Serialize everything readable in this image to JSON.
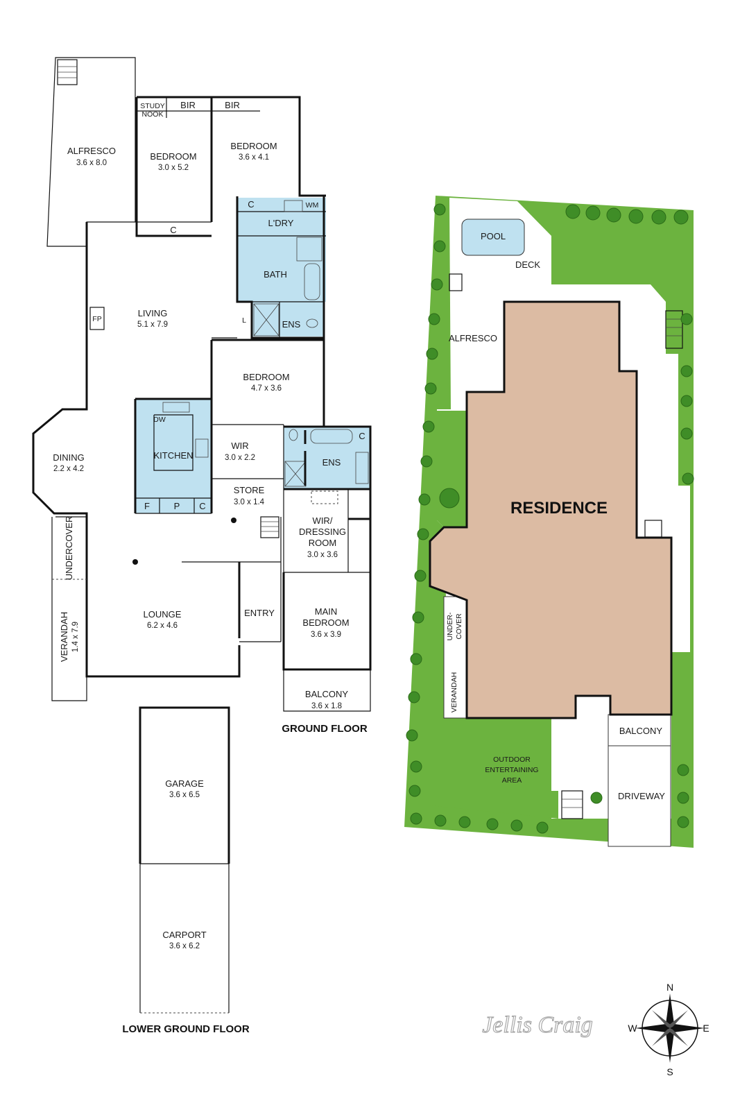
{
  "floors": {
    "ground_floor_title": "GROUND FLOOR",
    "lower_ground_floor_title": "LOWER GROUND FLOOR"
  },
  "rooms": {
    "alfresco": {
      "name": "ALFRESCO",
      "dims": "3.6 x 8.0"
    },
    "study_nook_1": "STUDY",
    "study_nook_2": "NOOK",
    "bir_1": "BIR",
    "bir_2": "BIR",
    "bedroom_1": {
      "name": "BEDROOM",
      "dims": "3.0 x 5.2"
    },
    "bedroom_2": {
      "name": "BEDROOM",
      "dims": "3.6 x 4.1"
    },
    "c_laundry": "C",
    "wm": "WM",
    "laundry": "L'DRY",
    "c_hall": "C",
    "bath": "BATH",
    "living": {
      "name": "LIVING",
      "dims": "5.1 x 7.9"
    },
    "fp": "FP",
    "linen": "L",
    "ens_1": "ENS",
    "bedroom_3": {
      "name": "BEDROOM",
      "dims": "4.7 x 3.6"
    },
    "dw": "DW",
    "kitchen": "KITCHEN",
    "f": "F",
    "p": "P",
    "c_kitchen": "C",
    "wir": {
      "name": "WIR",
      "dims": "3.0 x 2.2"
    },
    "c_ens": "C",
    "ens_2": "ENS",
    "dining": {
      "name": "DINING",
      "dims": "2.2 x 4.2"
    },
    "store": {
      "name": "STORE",
      "dims": "3.0 x 1.4"
    },
    "wir_dressing_1": "WIR/",
    "wir_dressing_2": "DRESSING",
    "wir_dressing_3": "ROOM",
    "wir_dressing_dims": "3.0 x 3.6",
    "undercover": "UNDERCOVER",
    "verandah": {
      "name": "VERANDAH",
      "dims": "1.4 x 7.9"
    },
    "lounge": {
      "name": "LOUNGE",
      "dims": "6.2 x 4.6"
    },
    "entry": "ENTRY",
    "main_bedroom_1": "MAIN",
    "main_bedroom_2": "BEDROOM",
    "main_bedroom_dims": "3.6 x 3.9",
    "balcony": {
      "name": "BALCONY",
      "dims": "3.6 x 1.8"
    },
    "garage": {
      "name": "GARAGE",
      "dims": "3.6 x 6.5"
    },
    "carport": {
      "name": "CARPORT",
      "dims": "3.6 x 6.2"
    }
  },
  "site": {
    "pool": "POOL",
    "deck": "DECK",
    "alfresco": "ALFRESCO",
    "residence": "RESIDENCE",
    "under_cover_1": "UNDER-",
    "under_cover_2": "COVER",
    "verandah": "VERANDAH",
    "balcony": "BALCONY",
    "outdoor_1": "OUTDOOR",
    "outdoor_2": "ENTERTAINING",
    "outdoor_3": "AREA",
    "driveway": "DRIVEWAY"
  },
  "branding": {
    "agency": "Jellis Craig"
  },
  "compass": {
    "n": "N",
    "e": "E",
    "s": "S",
    "w": "W"
  },
  "colors": {
    "wet_area": "#bfe1f0",
    "lawn": "#6cb33f",
    "trees": "#3f8d27",
    "residence": "#dcbba3"
  }
}
